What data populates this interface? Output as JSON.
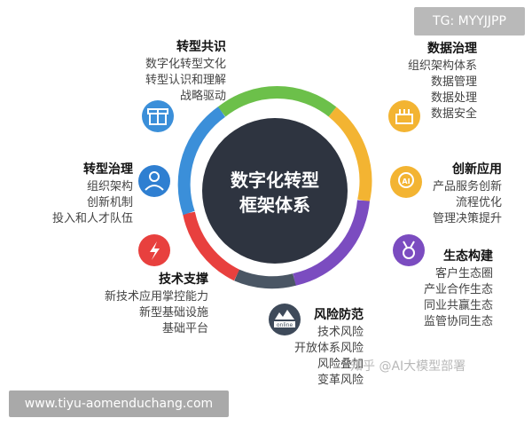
{
  "watermark_tag": "TG: MYYJJPP",
  "url_badge": "www.tiyu-aomenduchang.com",
  "center": {
    "line1": "数字化转型",
    "line2": "框架体系"
  },
  "sections": {
    "top_left": {
      "title": "转型共识",
      "items": [
        "数字化转型文化",
        "转型认识和理解",
        "战略驱动"
      ],
      "icon": "gift-icon",
      "color": "#3b8fd9"
    },
    "mid_left": {
      "title": "转型治理",
      "items": [
        "组织架构",
        "创新机制",
        "投入和人才队伍"
      ],
      "icon": "person-icon",
      "color": "#2f7fd1"
    },
    "bottom_left": {
      "title": "技术支撑",
      "items": [
        "新技术应用掌控能力",
        "新型基础设施",
        "基础平台"
      ],
      "icon": "lightning-icon",
      "color": "#e8403e"
    },
    "top_right": {
      "title": "数据治理",
      "items": [
        "组织架构体系",
        "数据管理",
        "数据处理",
        "数据安全"
      ],
      "icon": "cake-icon",
      "color": "#f3b432"
    },
    "mid_right": {
      "title": "创新应用",
      "items": [
        "产品服务创新",
        "流程优化",
        "管理决策提升"
      ],
      "icon": "ai-icon",
      "color": "#f3b432"
    },
    "right_lower": {
      "title": "生态构建",
      "items": [
        "客户生态圈",
        "产业合作生态",
        "同业共赢生态",
        "监管协同生态"
      ],
      "icon": "medal-icon",
      "color": "#7b4cc0"
    },
    "bottom": {
      "title": "风险防范",
      "items": [
        "技术风险",
        "开放体系风险",
        "风险叠加",
        "变革风险"
      ],
      "icon": "online-icon",
      "color": "#3e4a5a",
      "icon_text": "online"
    }
  },
  "watermark_text": "知乎 @AI大模型部署",
  "colors": {
    "ring_green": "#6cc04a",
    "ring_yellow": "#f3b432",
    "ring_purple": "#7b4cc0",
    "ring_slate": "#4a5664",
    "ring_red": "#e8403e",
    "ring_blue": "#3b8fd9",
    "center_fill": "#2e3440"
  }
}
